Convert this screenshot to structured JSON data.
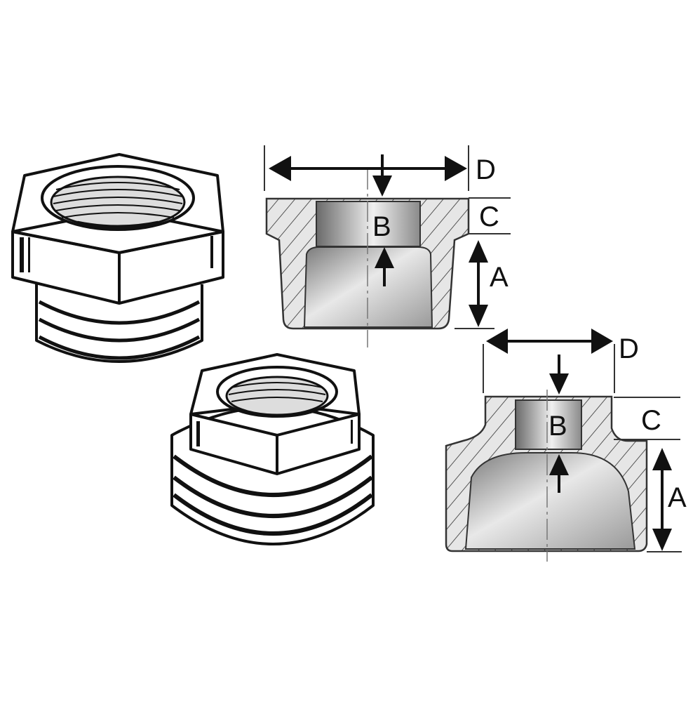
{
  "diagram": {
    "subject": "Hex reducing bushings (pipe fittings) with cross-section dimension drawings",
    "views": [
      {
        "id": "bushing-large-hex-3d",
        "type": "isometric illustration",
        "description": "Hex bushing, female thread top, male thread bottom"
      },
      {
        "id": "bushing-flush-3d",
        "type": "isometric illustration",
        "description": "Hex bushing with wide male-thread body"
      },
      {
        "id": "section-1",
        "type": "cross-section",
        "labels": {
          "top_width": "D",
          "bore": "B",
          "head_height": "C",
          "thread_length": "A"
        }
      },
      {
        "id": "section-2",
        "type": "cross-section",
        "labels": {
          "top_width": "D",
          "bore": "B",
          "head_height": "C",
          "thread_length": "A"
        }
      }
    ],
    "labels": {
      "d1": "D",
      "b1": "B",
      "c1": "C",
      "a1": "A",
      "d2": "D",
      "b2": "B",
      "c2": "C",
      "a2": "A"
    },
    "colors": {
      "line": "#111111",
      "section_fill": "#e6e6e6",
      "bore_dark": "#6a6a6a",
      "bore_light": "#f2f2f2",
      "background": "#ffffff"
    }
  }
}
